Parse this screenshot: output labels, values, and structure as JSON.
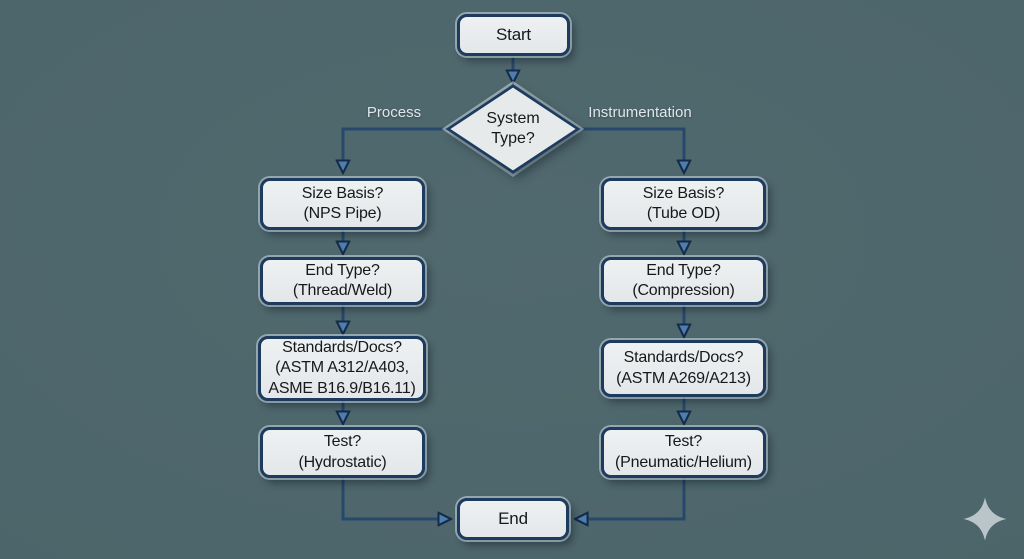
{
  "flowchart": {
    "start_label": "Start",
    "decision_label": "System Type?",
    "branch_labels": {
      "left": "Process",
      "right": "Instrumentation"
    },
    "left_branch": [
      {
        "lines": [
          "Size Basis?",
          "(NPS Pipe)"
        ]
      },
      {
        "lines": [
          "End Type?",
          "(Thread/Weld)"
        ]
      },
      {
        "lines": [
          "Standards/Docs?",
          "(ASTM A312/A403,",
          "ASME B16.9/B16.11)"
        ]
      },
      {
        "lines": [
          "Test?",
          "(Hydrostatic)"
        ]
      }
    ],
    "right_branch": [
      {
        "lines": [
          "Size Basis?",
          "(Tube OD)"
        ]
      },
      {
        "lines": [
          "End Type?",
          "(Compression)"
        ]
      },
      {
        "lines": [
          "Standards/Docs?",
          "(ASTM A269/A213)"
        ]
      },
      {
        "lines": [
          "Test?",
          "(Pneumatic/Helium)"
        ]
      }
    ],
    "end_label": "End"
  },
  "icons": {
    "sparkle": "four-pointed-star"
  },
  "colors": {
    "background": "#4d666b",
    "node_fill": "#e8ebec",
    "node_border": "#1d3b5e",
    "connector": "#27486d",
    "arrowhead_fill": "#4e7dae",
    "arrowhead_outline": "#142c4a",
    "branch_label_text": "#dfe7ea",
    "node_text": "#16181a",
    "sparkle": "#c4ced2"
  }
}
